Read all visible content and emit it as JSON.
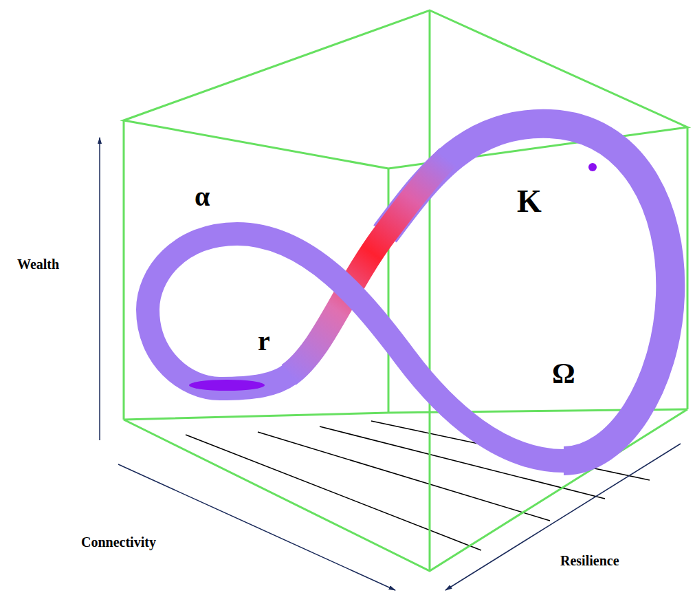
{
  "diagram": {
    "labels": [
      "Wealth",
      "Connectivity",
      "Resilience",
      "α",
      "K",
      "r",
      "Ω"
    ]
  }
}
